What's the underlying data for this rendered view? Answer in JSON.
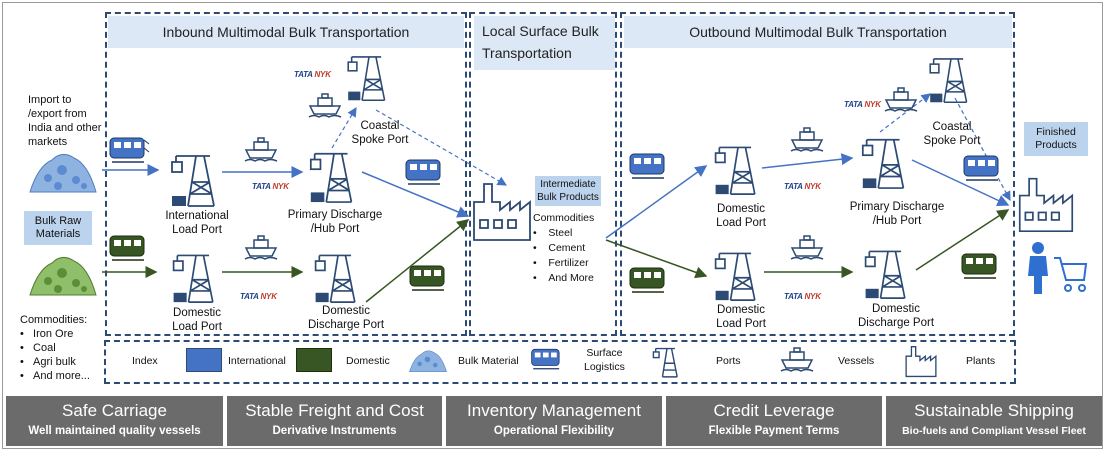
{
  "headers": {
    "inbound": "Inbound Multimodal Bulk Transportation",
    "local_line1": "Local Surface Bulk",
    "local_line2": "Transportation",
    "outbound": "Outbound Multimodal Bulk Transportation"
  },
  "left": {
    "import_lines": [
      "Import to",
      "/export from",
      "India and other",
      "markets"
    ],
    "bulk_raw_line1": "Bulk Raw",
    "bulk_raw_line2": "Materials",
    "commodities_title": "Commodities:",
    "commodities": [
      "Iron Ore",
      "Coal",
      "Agri bulk",
      "And more..."
    ]
  },
  "inbound": {
    "coastal_port_line1": "Coastal",
    "coastal_port_line2": "Spoke Port",
    "intl_load_port_line1": "International",
    "intl_load_port_line2": "Load Port",
    "primary_discharge_line1": "Primary Discharge",
    "primary_discharge_line2": "/Hub Port",
    "domestic_load_port_line1": "Domestic",
    "domestic_load_port_line2": "Load Port",
    "domestic_discharge_line1": "Domestic",
    "domestic_discharge_line2": "Discharge Port"
  },
  "local": {
    "intermediate_line1": "Intermediate",
    "intermediate_line2": "Bulk Products",
    "commodities_title": "Commodities",
    "commodities": [
      "Steel",
      "Cement",
      "Fertilizer",
      "And More"
    ]
  },
  "outbound": {
    "coastal_port_line1": "Coastal",
    "coastal_port_line2": "Spoke Port",
    "domestic_load_top_line1": "Domestic",
    "domestic_load_top_line2": "Load Port",
    "primary_discharge_line1": "Primary Discharge",
    "primary_discharge_line2": "/Hub Port",
    "domestic_load_bottom_line1": "Domestic",
    "domestic_load_bottom_line2": "Load Port",
    "domestic_discharge_line1": "Domestic",
    "domestic_discharge_line2": "Discharge Port",
    "finished_line1": "Finished",
    "finished_line2": "Products"
  },
  "brand": {
    "tata": "TATA",
    "nyk": "NYK"
  },
  "legend": {
    "index": "Index",
    "international": "International",
    "domestic": "Domestic",
    "bulk_material": "Bulk Material",
    "surface_line1": "Surface",
    "surface_line2": "Logistics",
    "ports": "Ports",
    "vessels": "Vessels",
    "plants": "Plants"
  },
  "pillars": [
    {
      "title": "Safe Carriage",
      "subtitle": "Well maintained quality vessels"
    },
    {
      "title": "Stable Freight and Cost",
      "subtitle": "Derivative Instruments"
    },
    {
      "title": "Inventory Management",
      "subtitle": "Operational Flexibility"
    },
    {
      "title": "Credit Leverage",
      "subtitle": "Flexible Payment Terms"
    },
    {
      "title": "Sustainable Shipping",
      "subtitle": "Bio-fuels and Compliant Vessel Fleet"
    }
  ],
  "colors": {
    "international": "#4472c4",
    "domestic": "#375623",
    "section_border": "#2c4a73",
    "header_bg": "#dce8f5",
    "pillar_bg": "#6b6b6b"
  }
}
